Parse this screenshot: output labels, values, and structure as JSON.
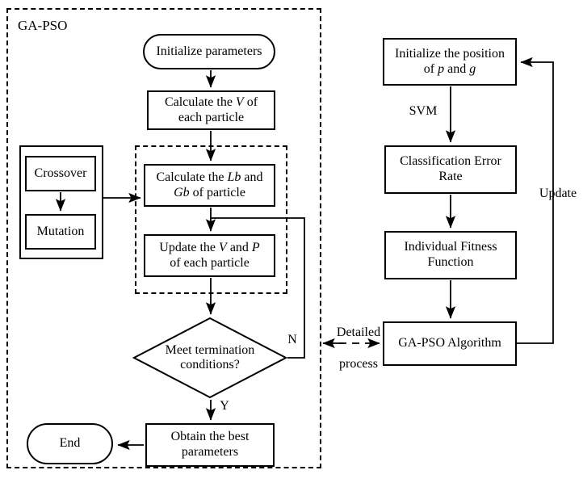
{
  "diagram": {
    "type": "flowchart",
    "outer_group": {
      "label": "GA-PSO",
      "style": "dashed"
    },
    "colors": {
      "stroke": "#000000",
      "background": "#ffffff",
      "text": "#000000"
    },
    "left_flow": {
      "nodes": [
        {
          "id": "init-params",
          "shape": "rounded",
          "text": "Initialize parameters"
        },
        {
          "id": "calc-v",
          "shape": "rectangle",
          "line1": "Calculate the V of",
          "line2": "each particle"
        },
        {
          "id": "calc-lb-gb",
          "shape": "rectangle",
          "line1": "Calculate the  Lb and",
          "line2": "Gb of particle"
        },
        {
          "id": "update-v-p",
          "shape": "rectangle",
          "line1": "Update the V and P",
          "line2": "of each particle"
        },
        {
          "id": "meet-term",
          "shape": "diamond",
          "line1": "Meet termination",
          "line2": "conditions?"
        },
        {
          "id": "obtain-best",
          "shape": "rectangle",
          "line1": "Obtain the best",
          "line2": "parameters"
        },
        {
          "id": "end",
          "shape": "rounded",
          "text": "End"
        }
      ],
      "ga_operators": {
        "crossover": "Crossover",
        "mutation": "Mutation"
      },
      "edge_labels": {
        "no": "N",
        "yes": "Y"
      }
    },
    "right_flow": {
      "nodes": [
        {
          "id": "init-pos",
          "shape": "rectangle",
          "line1": "Initialize the position",
          "line2": "of p and g"
        },
        {
          "id": "class-err",
          "shape": "rectangle",
          "line1": "Classification Error",
          "line2": "Rate"
        },
        {
          "id": "fitness",
          "shape": "rectangle",
          "line1": "Individual Fitness",
          "line2": "Function"
        },
        {
          "id": "ga-pso",
          "shape": "rectangle",
          "text": "GA-PSO Algorithm"
        }
      ],
      "edge_labels": {
        "svm": "SVM",
        "update": "Update"
      }
    },
    "connector": {
      "line1": "Detailed",
      "line2": "process",
      "style": "dashed-double-arrow"
    }
  }
}
